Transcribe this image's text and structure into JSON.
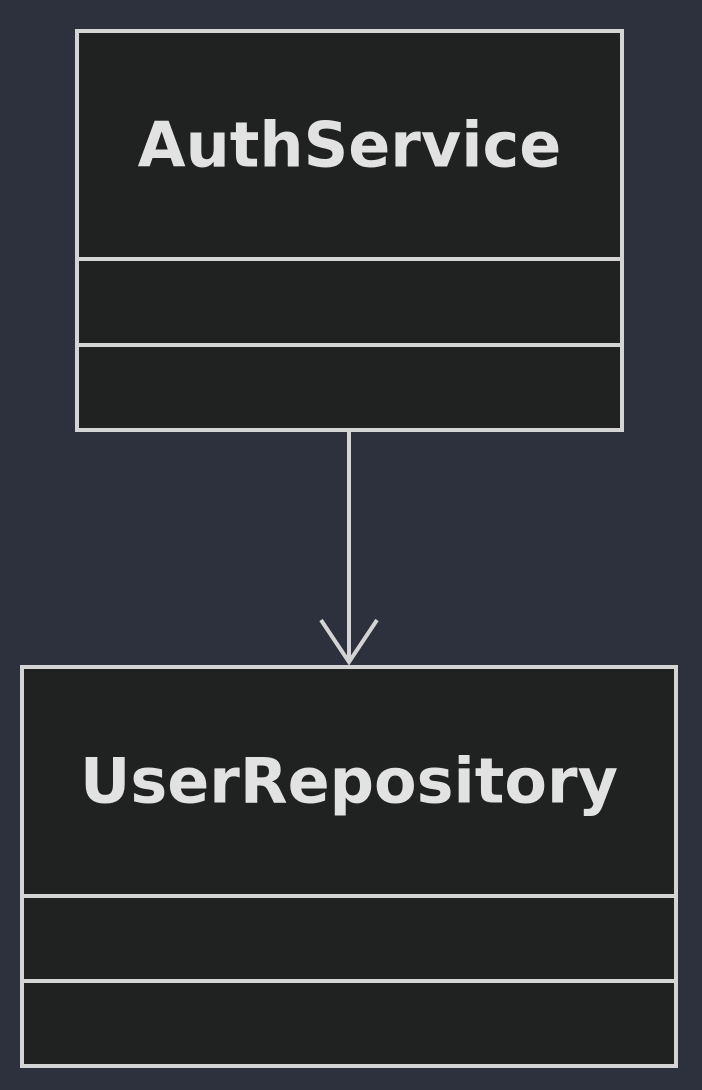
{
  "diagram": {
    "classes": [
      {
        "id": "auth",
        "name": "AuthService",
        "attributes": [],
        "methods": []
      },
      {
        "id": "repo",
        "name": "UserRepository",
        "attributes": [],
        "methods": []
      }
    ],
    "relations": [
      {
        "from": "AuthService",
        "to": "UserRepository",
        "type": "association"
      }
    ]
  },
  "colors": {
    "background": "#2c313d",
    "box_fill": "#202222",
    "stroke": "#d4d4d4",
    "text": "#e2e2e2"
  }
}
